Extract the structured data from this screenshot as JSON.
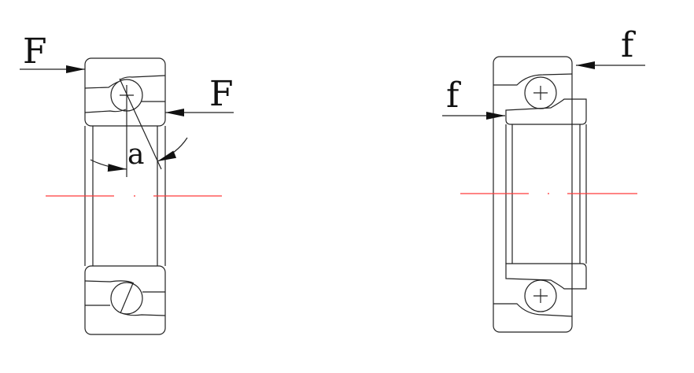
{
  "left_diagram": {
    "label_force_left": "F",
    "label_force_right": "F",
    "label_angle": "a"
  },
  "right_diagram": {
    "label_force_right": "f",
    "label_force_left": "f"
  },
  "colors": {
    "line": "#222222",
    "centerline": "#ff3b3b"
  }
}
